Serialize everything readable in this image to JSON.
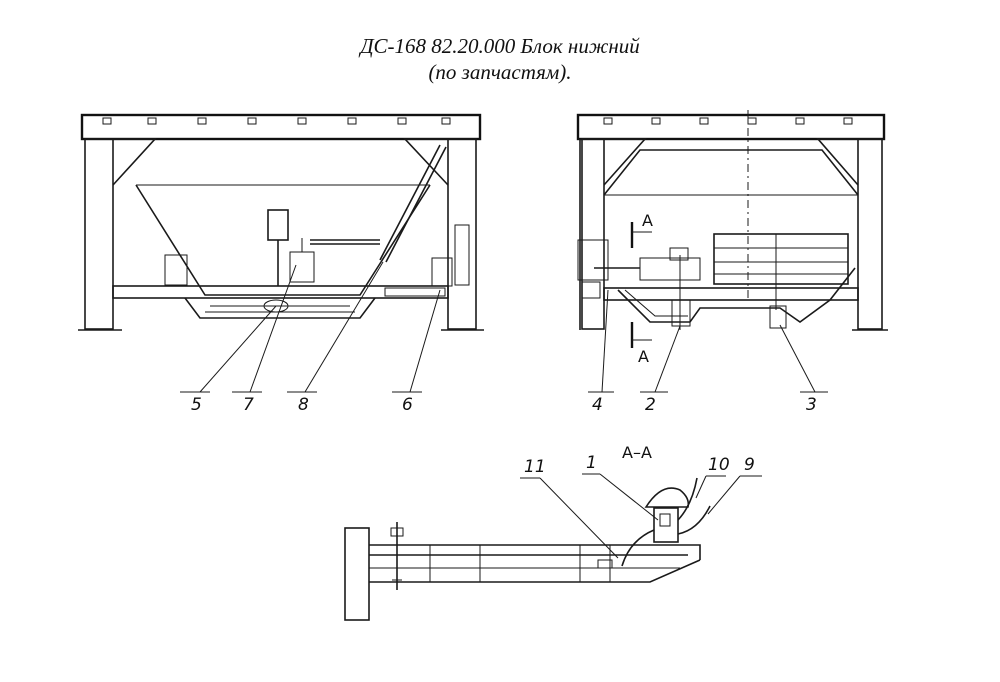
{
  "title": {
    "line1": "ДС-168 82.20.000 Блок нижний",
    "line2": "(по запчастям)."
  },
  "section_label": "А–А",
  "section_marks": [
    "А",
    "А"
  ],
  "callouts": [
    "5",
    "7",
    "8",
    "6",
    "4",
    "2",
    "3",
    "11",
    "1",
    "10",
    "9"
  ]
}
